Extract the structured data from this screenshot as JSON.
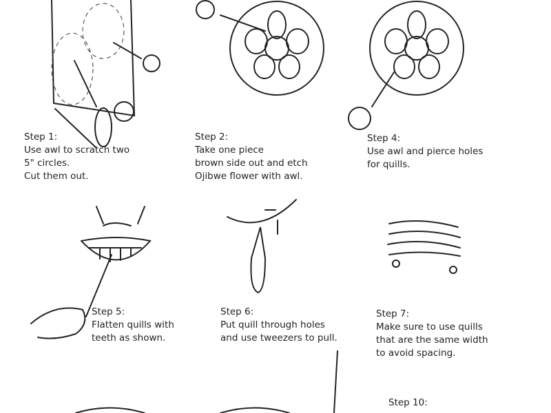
{
  "steps": [
    {
      "title": "Step 1:",
      "lines": [
        "Use awl to scratch two",
        "5\" circles.",
        "Cut them out."
      ]
    },
    {
      "title": "Step 2:",
      "lines": [
        "Take one piece",
        "brown side out and etch",
        "Ojibwe flower with awl."
      ]
    },
    {
      "title": "Step 4:",
      "lines": [
        "Use awl and pierce holes",
        "for quills."
      ]
    },
    {
      "title": "Step 5:",
      "lines": [
        "Flatten quills with",
        "teeth as shown."
      ]
    },
    {
      "title": "Step 6:",
      "lines": [
        "Put quill through holes",
        "and use tweezers to pull."
      ]
    },
    {
      "title": "Step 7:",
      "lines": [
        "Make sure to use quills",
        "that are the same width",
        "to avoid spacing."
      ]
    },
    {
      "title": "Step 10:",
      "lines": []
    }
  ]
}
